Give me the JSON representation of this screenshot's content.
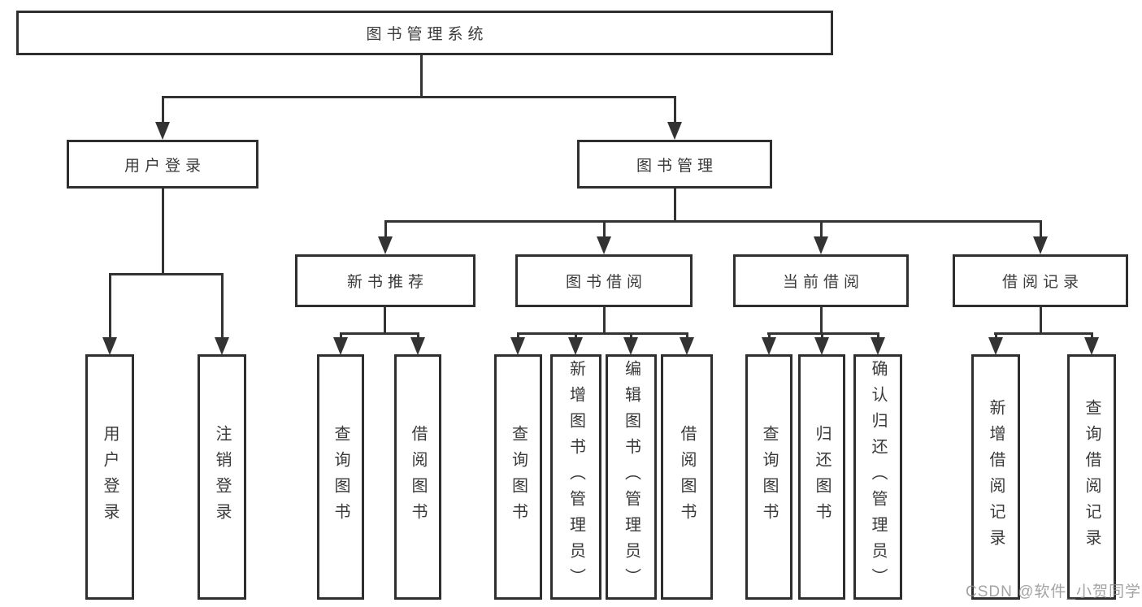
{
  "diagram": {
    "type": "hierarchy-tree",
    "root": {
      "label": "图书管理系统"
    },
    "level2": [
      {
        "label": "用户登录"
      },
      {
        "label": "图书管理"
      }
    ],
    "level3": [
      {
        "label": "新书推荐",
        "parent": "图书管理"
      },
      {
        "label": "图书借阅",
        "parent": "图书管理"
      },
      {
        "label": "当前借阅",
        "parent": "图书管理"
      },
      {
        "label": "借阅记录",
        "parent": "图书管理"
      }
    ],
    "leaves": [
      {
        "label": "用户登录",
        "parent": "用户登录"
      },
      {
        "label": "注销登录",
        "parent": "用户登录"
      },
      {
        "label": "查询图书",
        "parent": "新书推荐"
      },
      {
        "label": "借阅图书",
        "parent": "新书推荐"
      },
      {
        "label": "查询图书",
        "parent": "图书借阅"
      },
      {
        "label": "新增图书（管理员）",
        "parent": "图书借阅"
      },
      {
        "label": "编辑图书（管理员）",
        "parent": "图书借阅"
      },
      {
        "label": "借阅图书",
        "parent": "图书借阅"
      },
      {
        "label": "查询图书",
        "parent": "当前借阅"
      },
      {
        "label": "归还图书",
        "parent": "当前借阅"
      },
      {
        "label": "确认归还（管理员）",
        "parent": "当前借阅"
      },
      {
        "label": "新增借阅记录",
        "parent": "借阅记录"
      },
      {
        "label": "查询借阅记录",
        "parent": "借阅记录"
      }
    ],
    "colors": {
      "line": "#333333",
      "box_border": "#2f2f2f",
      "text": "#3a3a3a",
      "background": "#ffffff",
      "watermark": "#8c8c8c"
    }
  },
  "watermark": {
    "text": "CSDN @软件_小贺同学"
  }
}
